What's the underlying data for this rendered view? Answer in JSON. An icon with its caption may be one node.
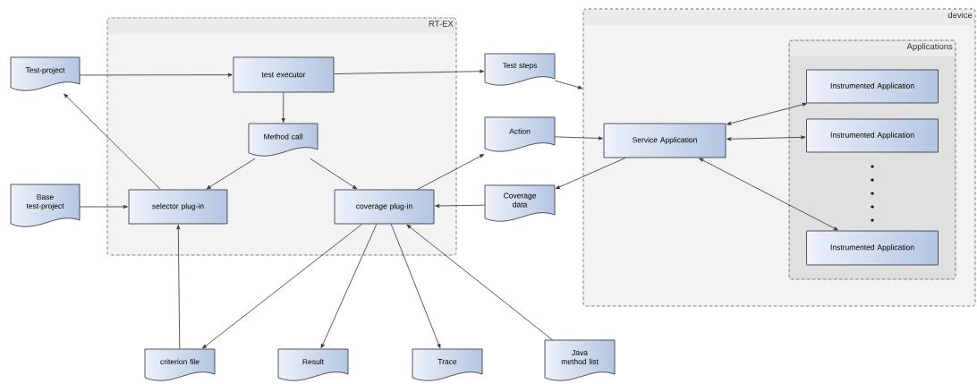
{
  "diagram": {
    "nodes": [
      {
        "text": [
          "RT-EX"
        ]
      },
      {
        "text": [
          "device"
        ]
      },
      {
        "text": [
          "Applications"
        ],
        "in": 1
      },
      {
        "text": [
          "Test-project"
        ]
      },
      {
        "text": [
          "test executor"
        ],
        "in": 0
      },
      {
        "text": [
          "Method call"
        ],
        "in": 0
      },
      {
        "text": [
          "Base test-project"
        ]
      },
      {
        "text": [
          "selector plug-in"
        ],
        "in": 0
      },
      {
        "text": [
          "coverage plug-in"
        ],
        "in": 0
      },
      {
        "text": [
          "Test steps"
        ]
      },
      {
        "text": [
          "Action"
        ]
      },
      {
        "text": [
          "Coverage data"
        ]
      },
      {
        "text": [
          "Service Application"
        ],
        "in": 1
      },
      {
        "text": [
          "Instrumented Application"
        ],
        "in": 2
      },
      {
        "text": [
          "Instrumented Application"
        ],
        "in": 2
      },
      {
        "text": [
          "Instrumented Application"
        ],
        "in": 2
      },
      {
        "text": [
          "criterion file"
        ]
      },
      {
        "text": [
          "Result"
        ]
      },
      {
        "text": [
          "Trace"
        ]
      },
      {
        "text": [
          "Java method list"
        ]
      }
    ],
    "edges": [
      {
        "from": 3,
        "to": 4,
        "arrow": "to"
      },
      {
        "from": 4,
        "to": 9,
        "arrow": "to"
      },
      {
        "from": 9,
        "to": 1,
        "arrow": "to"
      },
      {
        "from": 4,
        "to": 5,
        "arrow": "to"
      },
      {
        "from": 5,
        "to": 7,
        "arrow": "to"
      },
      {
        "from": 5,
        "to": 8,
        "arrow": "to"
      },
      {
        "from": 7,
        "to": 3,
        "arrow": "to"
      },
      {
        "from": 6,
        "to": 7,
        "arrow": "to"
      },
      {
        "from": 8,
        "to": 10,
        "arrow": "to"
      },
      {
        "from": 10,
        "to": 12,
        "arrow": "to"
      },
      {
        "from": 12,
        "to": 11,
        "arrow": "to"
      },
      {
        "from": 11,
        "to": 8,
        "arrow": "to"
      },
      {
        "from": 12,
        "to": 13,
        "arrow": "both"
      },
      {
        "from": 12,
        "to": 14,
        "arrow": "both"
      },
      {
        "from": 12,
        "to": 15,
        "arrow": "both"
      },
      {
        "from": 8,
        "to": 16,
        "arrow": "to"
      },
      {
        "from": 8,
        "to": 17,
        "arrow": "to"
      },
      {
        "from": 8,
        "to": 18,
        "arrow": "to"
      },
      {
        "from": 19,
        "to": 8,
        "arrow": "to"
      },
      {
        "from": 16,
        "to": 7,
        "arrow": "to"
      }
    ]
  }
}
